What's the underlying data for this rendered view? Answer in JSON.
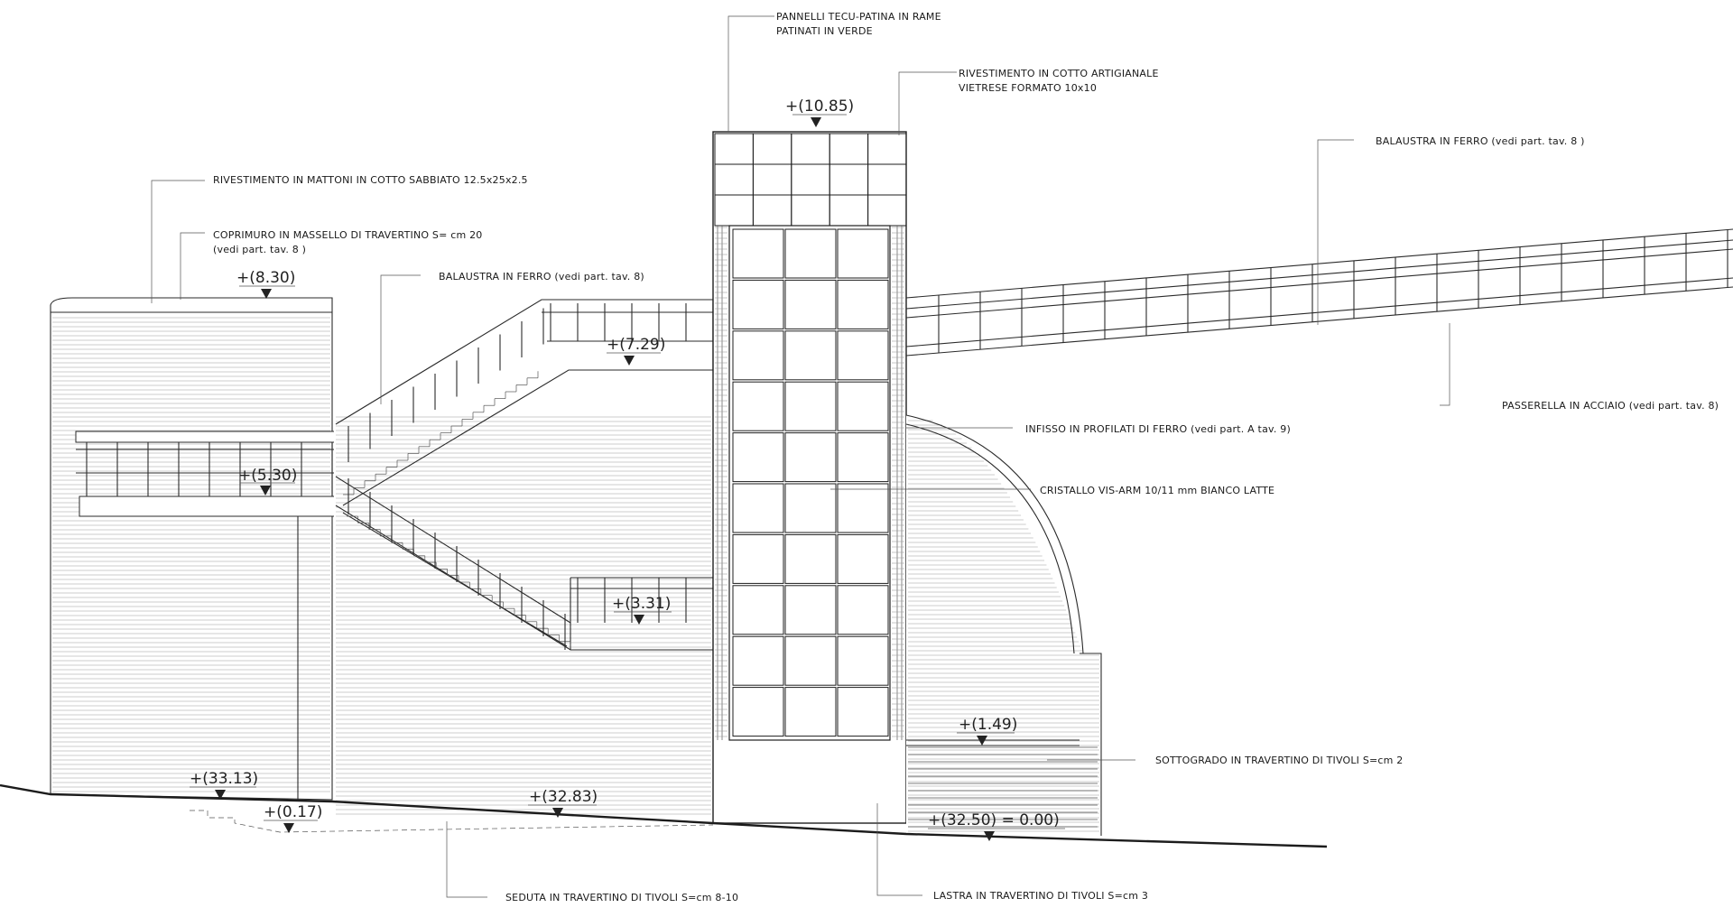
{
  "labels": {
    "pannelli_1": "PANNELLI TECU-PATINA IN RAME",
    "pannelli_2": "PATINATI IN VERDE",
    "rivestimento_cotto_1": "RIVESTIMENTO IN COTTO ARTIGIANALE",
    "rivestimento_cotto_2": "VIETRESE FORMATO 10x10",
    "balaustra_right": "BALAUSTRA IN FERRO (vedi part. tav. 8 )",
    "rivestimento_mattoni": "RIVESTIMENTO IN MATTONI IN COTTO SABBIATO 12.5x25x2.5",
    "coprimuro_1": "COPRIMURO IN MASSELLO DI TRAVERTINO S= cm 20",
    "coprimuro_2": "(vedi part. tav. 8 )",
    "balaustra_center": "BALAUSTRA IN FERRO (vedi part. tav. 8)",
    "passerella": "PASSERELLA IN ACCIAIO (vedi part. tav. 8)",
    "infisso": "INFISSO IN PROFILATI DI FERRO (vedi part. A tav. 9)",
    "cristallo": "CRISTALLO VIS-ARM 10/11 mm BIANCO LATTE",
    "sottogrado": "SOTTOGRADO IN TRAVERTINO DI TIVOLI S=cm 2",
    "seduta": "SEDUTA IN TRAVERTINO DI TIVOLI S=cm 8-10",
    "lastra": "LASTRA IN TRAVERTINO DI TIVOLI S=cm 3"
  },
  "elevations": {
    "e1085": "+(10.85)",
    "e830": "+(8.30)",
    "e729": "+(7.29)",
    "e530": "+(5.30)",
    "e331": "+(3.31)",
    "e149": "+(1.49)",
    "e3313": "+(33.13)",
    "e017": "+(0.17)",
    "e3283": "+(32.83)",
    "e3250": "+(32.50) = 0.00)"
  }
}
